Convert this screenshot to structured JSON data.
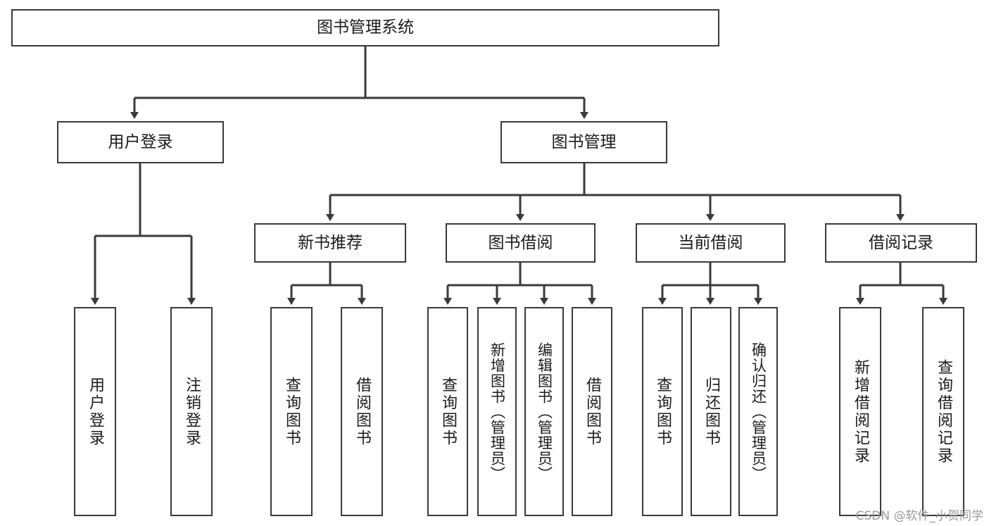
{
  "diagram": {
    "title": "图书管理系统",
    "watermark": "CSDN @软件_小贺同学",
    "line_color": "#3a3a3a",
    "text_color": "#1b1b1b",
    "background": "#ffffff",
    "levels": {
      "root": {
        "label": "图书管理系统"
      },
      "level2": [
        {
          "label": "用户登录"
        },
        {
          "label": "图书管理"
        }
      ],
      "level3": [
        {
          "label": "新书推荐"
        },
        {
          "label": "图书借阅"
        },
        {
          "label": "当前借阅"
        },
        {
          "label": "借阅记录"
        }
      ],
      "leaves": [
        {
          "label": "用户登录",
          "parent": "用户登录"
        },
        {
          "label": "注销登录",
          "parent": "用户登录"
        },
        {
          "label": "查询图书",
          "parent": "新书推荐"
        },
        {
          "label": "借阅图书",
          "parent": "新书推荐"
        },
        {
          "label": "查询图书",
          "parent": "图书借阅"
        },
        {
          "label": "新增图书（管理员）",
          "parent": "图书借阅"
        },
        {
          "label": "编辑图书（管理员）",
          "parent": "图书借阅"
        },
        {
          "label": "借阅图书",
          "parent": "图书借阅"
        },
        {
          "label": "查询图书",
          "parent": "当前借阅"
        },
        {
          "label": "归还图书",
          "parent": "当前借阅"
        },
        {
          "label": "确认归还（管理员）",
          "parent": "当前借阅"
        },
        {
          "label": "新增借阅记录",
          "parent": "借阅记录"
        },
        {
          "label": "查询借阅记录",
          "parent": "借阅记录"
        }
      ]
    }
  }
}
